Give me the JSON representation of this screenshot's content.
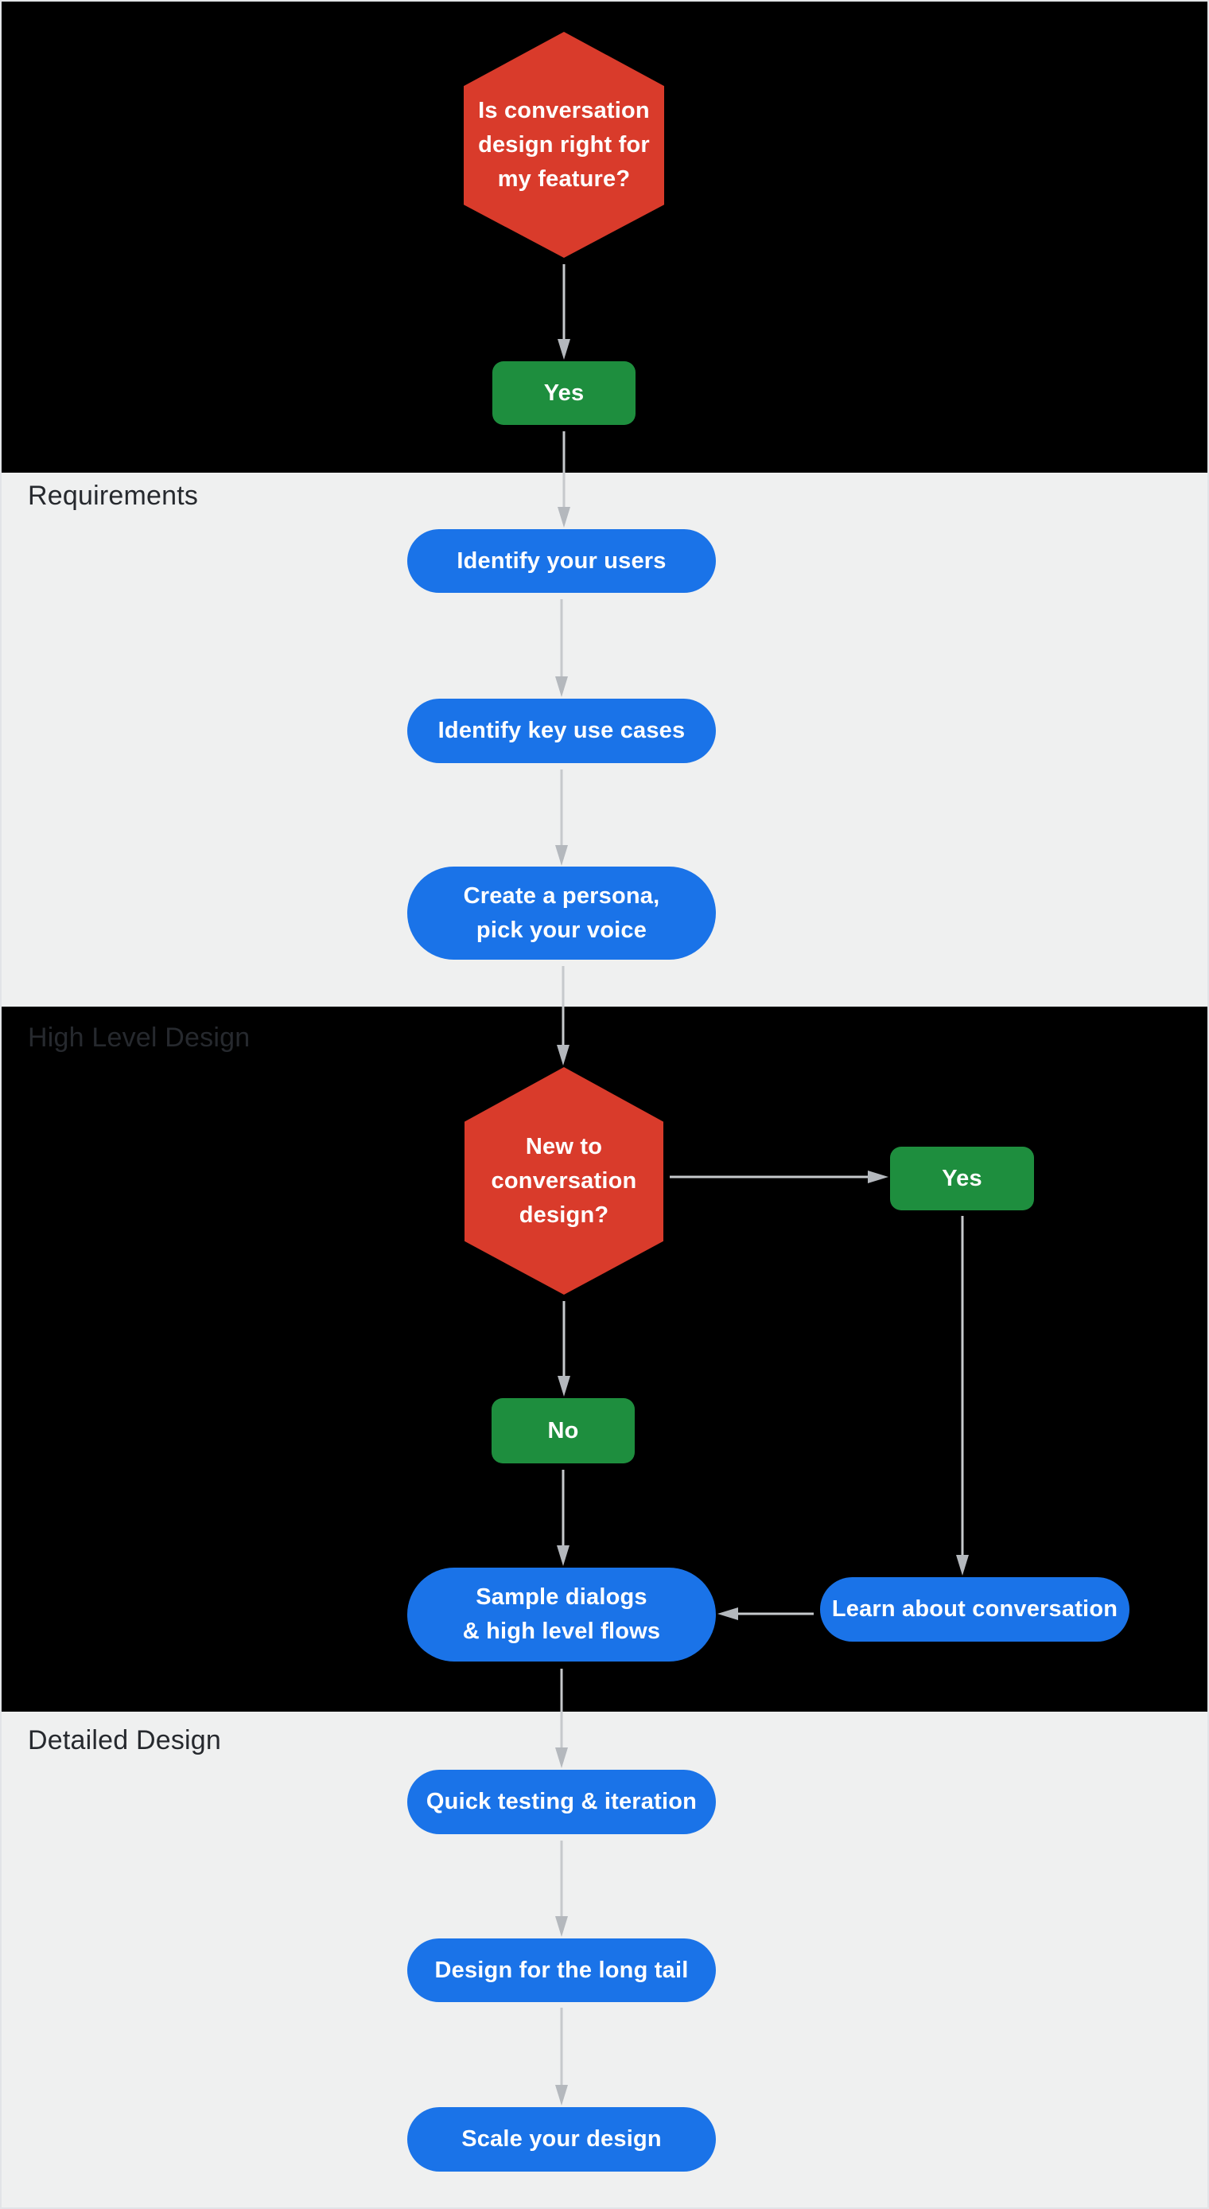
{
  "colors": {
    "section_dark_bg": "#000000",
    "section_light_bg": "#EFF0F0",
    "page_border": "#E2E4E7",
    "decision_red": "#D93B2B",
    "answer_green": "#1E8E3E",
    "step_blue": "#1A73E8",
    "connector_stem": "#C6C9CC",
    "connector_head": "#B4B8BD",
    "section_label_text": "#26292E",
    "node_text": "#FFFFFF"
  },
  "sections": [
    {
      "id": "intro",
      "label": "",
      "theme": "dark"
    },
    {
      "id": "requirements",
      "label": "Requirements",
      "theme": "light"
    },
    {
      "id": "high_level_design",
      "label": "High Level Design",
      "theme": "dark"
    },
    {
      "id": "detailed_design",
      "label": "Detailed Design",
      "theme": "light"
    }
  ],
  "nodes": {
    "decision_feature_fit": {
      "type": "decision",
      "text": "Is conversation\ndesign right for\nmy feature?"
    },
    "answer_feature_yes": {
      "type": "answer",
      "text": "Yes"
    },
    "step_identify_users": {
      "type": "step",
      "text": "Identify your users"
    },
    "step_identify_use_cases": {
      "type": "step",
      "text": "Identify key use cases"
    },
    "step_create_persona": {
      "type": "step",
      "text": "Create a persona,\npick your voice"
    },
    "decision_new_to_design": {
      "type": "decision",
      "text": "New to\nconversation\ndesign?"
    },
    "answer_new_yes": {
      "type": "answer",
      "text": "Yes"
    },
    "answer_new_no": {
      "type": "answer",
      "text": "No"
    },
    "step_sample_dialogs": {
      "type": "step",
      "text": "Sample dialogs\n& high level flows"
    },
    "step_learn_conversation": {
      "type": "step",
      "text": "Learn about conversation"
    },
    "step_quick_testing": {
      "type": "step",
      "text": "Quick testing & iteration"
    },
    "step_design_long_tail": {
      "type": "step",
      "text": "Design for the long tail"
    },
    "step_scale_design": {
      "type": "step",
      "text": "Scale your design"
    }
  }
}
